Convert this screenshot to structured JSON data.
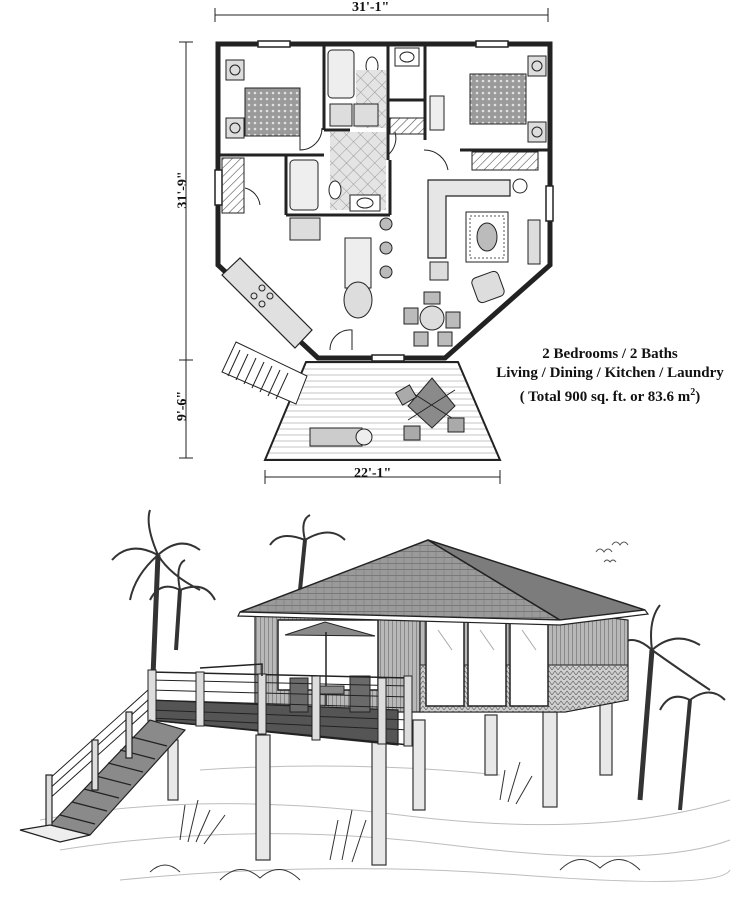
{
  "dimensions": {
    "width_top": "31'-1\"",
    "width_deck": "22'-1\"",
    "depth_main": "31'-9\"",
    "depth_deck": "9'-6\""
  },
  "summary": {
    "line1": "2 Bedrooms / 2 Baths",
    "line2": "Living / Dining / Kitchen / Laundry",
    "line3_prefix": "( Total 900 sq. ft. or 83.6 m",
    "line3_sup": "2",
    "line3_suffix": ")"
  },
  "colors": {
    "line": "#222222",
    "roof": "#8a8a8a",
    "siding": "#9a9a9a",
    "floor_tile": "#cfcfcf",
    "bed_pattern": "#7a7a7a"
  }
}
